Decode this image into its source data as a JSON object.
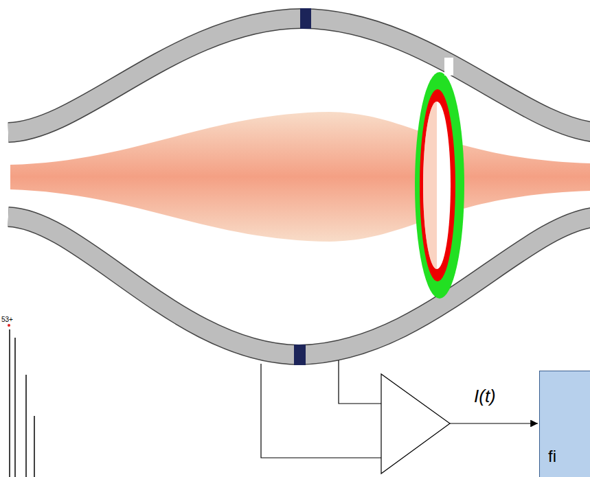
{
  "diagram": {
    "nodes": [
      {
        "text": [
          "fi"
        ]
      }
    ],
    "labels": [
      "I(t)",
      "53+"
    ]
  }
}
